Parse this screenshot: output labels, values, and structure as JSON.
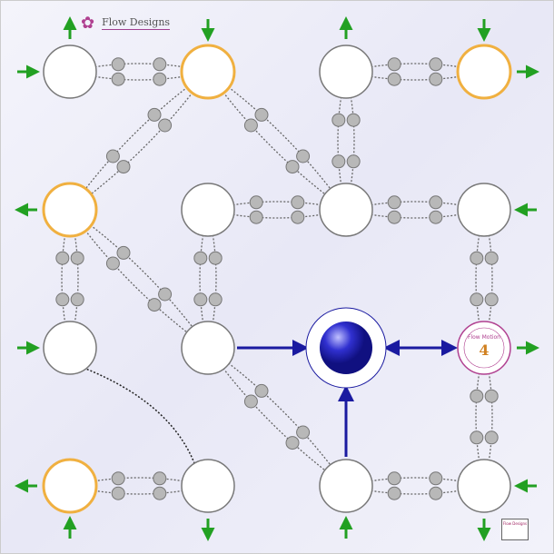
{
  "brand": {
    "name": "Flow Designs"
  },
  "seal": {
    "text": "Flow Motion",
    "number": "4"
  },
  "corner_badge": {
    "text": "Flow Designs"
  },
  "colors": {
    "node": "#ffffff",
    "node_border": "#777777",
    "orange": "#f0b040",
    "bead": "#b8b8b8",
    "blue": "#1a1aa0",
    "green": "#22a022",
    "magenta": "#b04090"
  },
  "nodes": [
    {
      "r": 0,
      "c": 0,
      "type": "white"
    },
    {
      "r": 0,
      "c": 1,
      "type": "orange"
    },
    {
      "r": 0,
      "c": 2,
      "type": "white"
    },
    {
      "r": 0,
      "c": 3,
      "type": "orange"
    },
    {
      "r": 1,
      "c": 0,
      "type": "orange"
    },
    {
      "r": 1,
      "c": 1,
      "type": "white"
    },
    {
      "r": 1,
      "c": 2,
      "type": "white"
    },
    {
      "r": 1,
      "c": 3,
      "type": "white"
    },
    {
      "r": 2,
      "c": 0,
      "type": "white"
    },
    {
      "r": 2,
      "c": 1,
      "type": "white"
    },
    {
      "r": 2,
      "c": 2,
      "type": "ball"
    },
    {
      "r": 2,
      "c": 3,
      "type": "seal"
    },
    {
      "r": 3,
      "c": 0,
      "type": "orange"
    },
    {
      "r": 3,
      "c": 1,
      "type": "white"
    },
    {
      "r": 3,
      "c": 2,
      "type": "white"
    },
    {
      "r": 3,
      "c": 3,
      "type": "white"
    }
  ],
  "links": [
    [
      0,
      1
    ],
    [
      1,
      4
    ],
    [
      1,
      6
    ],
    [
      2,
      3
    ],
    [
      2,
      6
    ],
    [
      5,
      6
    ],
    [
      6,
      7
    ],
    [
      5,
      9
    ],
    [
      4,
      8
    ],
    [
      4,
      9
    ],
    [
      7,
      11
    ],
    [
      11,
      15
    ],
    [
      9,
      14
    ],
    [
      13,
      12
    ],
    [
      14,
      15
    ]
  ],
  "dotted_path": [
    [
      8,
      13
    ]
  ],
  "blue_arrows": [
    {
      "from": 9,
      "to": 10
    },
    {
      "from": 14,
      "to": 10
    },
    {
      "from": 10,
      "to": 11,
      "double": true
    }
  ],
  "green_arrows": [
    {
      "node": 0,
      "side": "top",
      "dir": "out"
    },
    {
      "node": 1,
      "side": "top",
      "dir": "in"
    },
    {
      "node": 2,
      "side": "top",
      "dir": "out"
    },
    {
      "node": 3,
      "side": "top",
      "dir": "in"
    },
    {
      "node": 3,
      "side": "right",
      "dir": "out"
    },
    {
      "node": 7,
      "side": "right",
      "dir": "in"
    },
    {
      "node": 11,
      "side": "right",
      "dir": "out"
    },
    {
      "node": 15,
      "side": "right",
      "dir": "in"
    },
    {
      "node": 12,
      "side": "bottom",
      "dir": "in"
    },
    {
      "node": 13,
      "side": "bottom",
      "dir": "out"
    },
    {
      "node": 14,
      "side": "bottom",
      "dir": "in"
    },
    {
      "node": 15,
      "side": "bottom",
      "dir": "out"
    },
    {
      "node": 0,
      "side": "left",
      "dir": "in"
    },
    {
      "node": 4,
      "side": "left",
      "dir": "out"
    },
    {
      "node": 8,
      "side": "left",
      "dir": "in"
    },
    {
      "node": 12,
      "side": "left",
      "dir": "out"
    }
  ]
}
